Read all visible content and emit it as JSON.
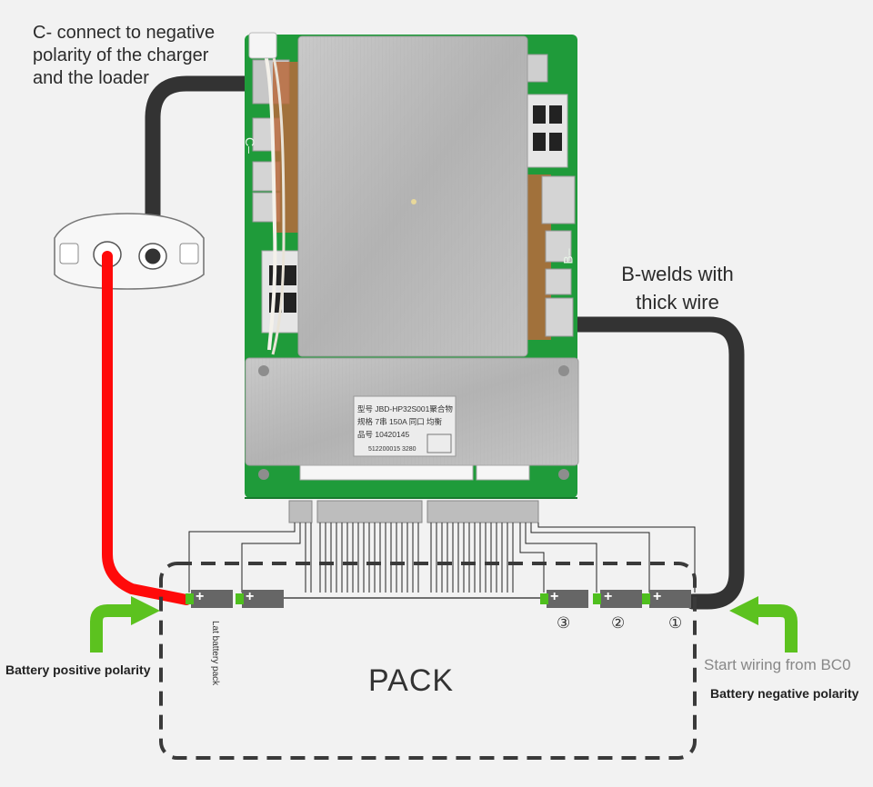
{
  "labels": {
    "c_minus_note_1": "C- connect to negative",
    "c_minus_note_2": "polarity of the charger",
    "c_minus_note_3": "and the loader",
    "b_weld_note_1": "B-welds with",
    "b_weld_note_2": "thick wire",
    "battery_positive": "Battery positive polarity",
    "start_wiring": "Start wiring from BC0",
    "battery_negative": "Battery negative polarity",
    "pack": "PACK",
    "last_battery_pack": "Lat battery pack",
    "board_c_minus": "C–",
    "board_b_minus": "B–"
  },
  "board_sticker": {
    "model": "型号  JBD-HP32S001聚合物",
    "spec": "规格  7串 150A 同口 均衡",
    "code": "品号  10420145",
    "serial": "512200015   3280"
  },
  "cells": [
    {
      "marker": "+",
      "number": ""
    },
    {
      "marker": "+",
      "number": ""
    },
    {
      "marker": "+",
      "number": "③"
    },
    {
      "marker": "+",
      "number": "②"
    },
    {
      "marker": "+",
      "number": "①"
    }
  ],
  "colors": {
    "positive_wire": "#ff0a0a",
    "negative_wire": "#333333",
    "arrow": "#5cc21f",
    "pcb": "#1f9b3a",
    "heatsink": "#b9b9b9",
    "cell": "#666666",
    "terminal": "#4fbf1e"
  }
}
